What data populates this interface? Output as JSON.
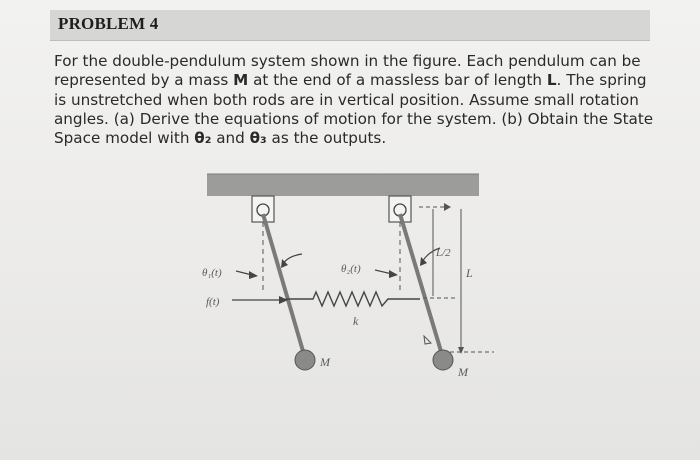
{
  "problem": {
    "title": "PROBLEM 4",
    "text_part1": "For the double-pendulum system shown in the figure. Each pendulum can be represented by a mass ",
    "mass_symbol": "M",
    "text_part2": " at the end of a massless bar of length ",
    "length_symbol": "L",
    "text_part3": ". The spring is unstretched when both rods are in vertical position. Assume small rotation angles. (a) Derive the equations of motion for the system. (b) Obtain the State Space model with ",
    "output1": "θ₂",
    "text_and": " and ",
    "output2": "θ₃",
    "text_end": " as the outputs."
  },
  "figure": {
    "label_theta1": "θ₁(t)",
    "label_theta2": "θ₂(t)",
    "label_force": "f(t)",
    "label_spring": "k",
    "label_mass_left": "M",
    "label_mass_right": "M",
    "label_half_length": "L/2",
    "label_length": "L"
  }
}
